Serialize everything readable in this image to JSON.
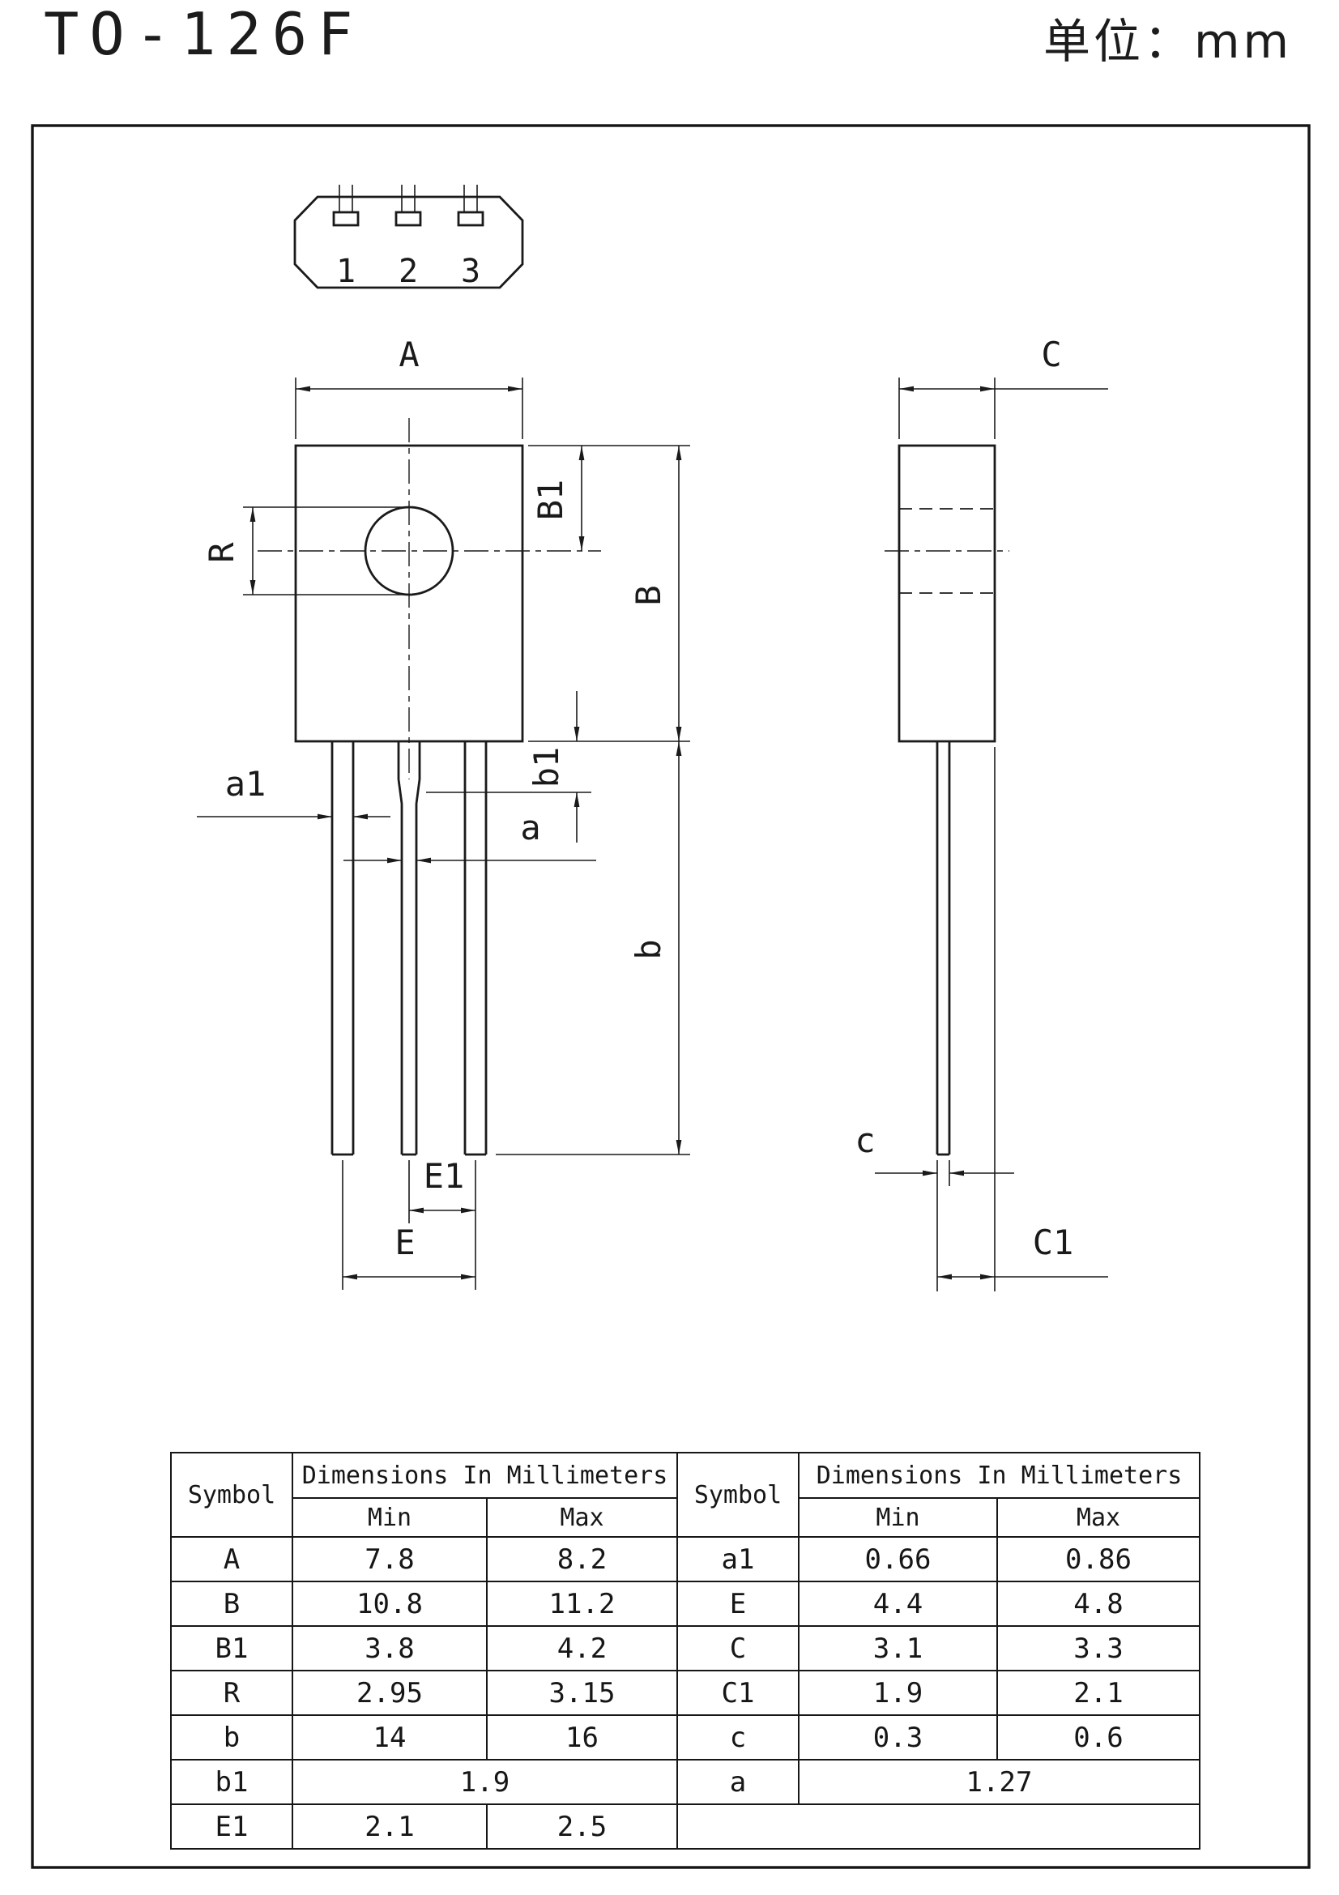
{
  "page": {
    "title": "TO-126F",
    "unit_label": "单位：mm"
  },
  "drawing": {
    "pin_labels": [
      "1",
      "2",
      "3"
    ],
    "dim_labels": {
      "A": "A",
      "B": "B",
      "B1": "B1",
      "R": "R",
      "b": "b",
      "b1": "b1",
      "a": "a",
      "a1": "a1",
      "E": "E",
      "E1": "E1",
      "C": "C",
      "c": "c",
      "C1": "C1"
    }
  },
  "table": {
    "headers": {
      "symbol": "Symbol",
      "dimensions": "Dimensions In Millimeters",
      "min": "Min",
      "max": "Max"
    },
    "left_rows": [
      {
        "symbol": "A",
        "min": "7.8",
        "max": "8.2"
      },
      {
        "symbol": "B",
        "min": "10.8",
        "max": "11.2"
      },
      {
        "symbol": "B1",
        "min": "3.8",
        "max": "4.2"
      },
      {
        "symbol": "R",
        "min": "2.95",
        "max": "3.15"
      },
      {
        "symbol": "b",
        "min": "14",
        "max": "16"
      },
      {
        "symbol": "b1",
        "value": "1.9"
      },
      {
        "symbol": "E1",
        "min": "2.1",
        "max": "2.5"
      }
    ],
    "right_rows": [
      {
        "symbol": "a1",
        "min": "0.66",
        "max": "0.86"
      },
      {
        "symbol": "E",
        "min": "4.4",
        "max": "4.8"
      },
      {
        "symbol": "C",
        "min": "3.1",
        "max": "3.3"
      },
      {
        "symbol": "C1",
        "min": "1.9",
        "max": "2.1"
      },
      {
        "symbol": "c",
        "min": "0.3",
        "max": "0.6"
      },
      {
        "symbol": "a",
        "value": "1.27"
      },
      {
        "symbol": "",
        "min": "",
        "max": ""
      }
    ]
  }
}
